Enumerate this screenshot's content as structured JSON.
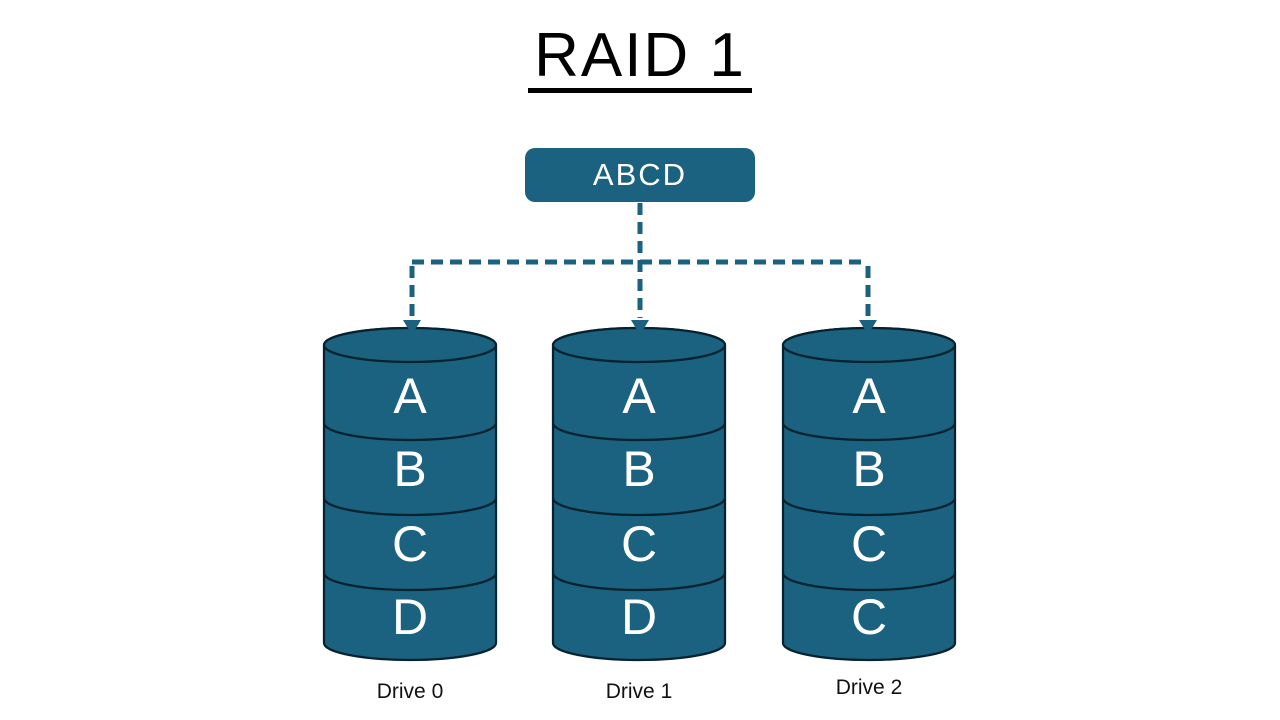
{
  "title": "RAID 1",
  "source_box": {
    "label": "ABCD"
  },
  "drives": [
    {
      "label": "Drive 0",
      "blocks": [
        "A",
        "B",
        "C",
        "D"
      ]
    },
    {
      "label": "Drive 1",
      "blocks": [
        "A",
        "B",
        "C",
        "D"
      ]
    },
    {
      "label": "Drive 2",
      "blocks": [
        "A",
        "B",
        "C",
        "C"
      ]
    }
  ],
  "colors": {
    "accent": "#1a6280",
    "outline": "#07222f",
    "block_text": "#ffffff",
    "title_text": "#000000",
    "label_text": "#111111",
    "background": "#ffffff"
  }
}
